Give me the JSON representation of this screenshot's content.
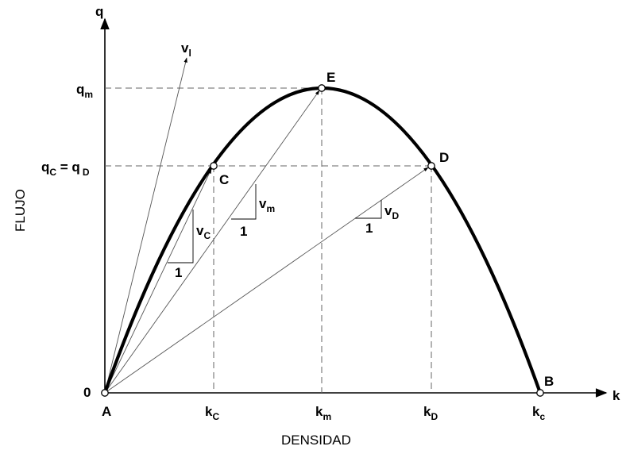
{
  "axes": {
    "y_symbol": "q",
    "x_symbol": "k",
    "y_title": "FLUJO",
    "x_title": "DENSIDAD",
    "origin": "0"
  },
  "y_ticks": {
    "qm_main": "q",
    "qm_sub": "m",
    "qcd_main1": "q",
    "qcd_sub1": "C",
    "qcd_eq": " = q",
    "qcd_sub2": "D"
  },
  "x_ticks": {
    "kC_main": "k",
    "kC_sub": "C",
    "km_main": "k",
    "km_sub": "m",
    "kD_main": "k",
    "kD_sub": "D",
    "kc_main": "k",
    "kc_sub": "c"
  },
  "points": {
    "A": "A",
    "B": "B",
    "C": "C",
    "D": "D",
    "E": "E"
  },
  "vectors": {
    "vl_main": "v",
    "vl_sub": "l",
    "vC_main": "v",
    "vC_sub": "C",
    "vm_main": "v",
    "vm_sub": "m",
    "vD_main": "v",
    "vD_sub": "D",
    "unit": "1"
  }
}
